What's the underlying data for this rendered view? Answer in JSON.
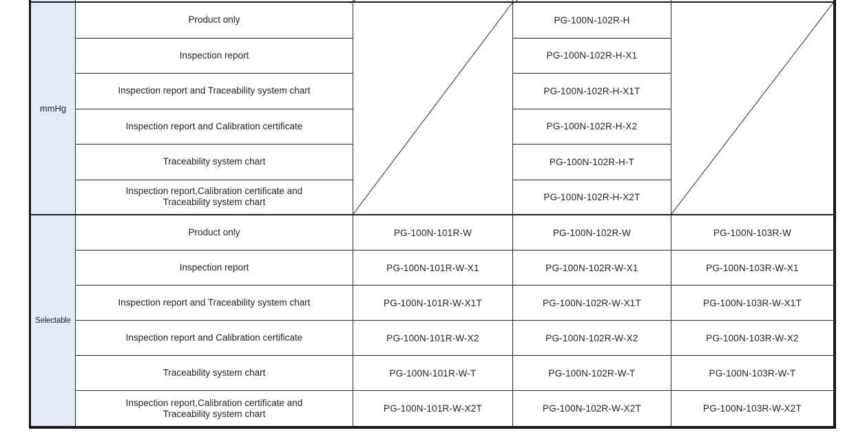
{
  "table": {
    "description": "Pressure gauge model selection table",
    "colors": {
      "unit_column_bg": "#e2ebf5",
      "grid_line": "#262626",
      "thick_border": "#161616",
      "text": "#1f1f1f"
    },
    "na_marker": "diagonal-line",
    "sections": [
      {
        "unit": "mmHg",
        "options": [
          "Product only",
          "Inspection report",
          "Inspection report and Traceability system chart",
          "Inspection report and Calibration certificate",
          "Traceability system chart",
          "Inspection report,Calibration certificate and\nTraceability system chart"
        ],
        "col_101": {
          "available": false
        },
        "col_102": [
          "PG-100N-102R-H",
          "PG-100N-102R-H-X1",
          "PG-100N-102R-H-X1T",
          "PG-100N-102R-H-X2",
          "PG-100N-102R-H-T",
          "PG-100N-102R-H-X2T"
        ],
        "col_103": {
          "available": false
        }
      },
      {
        "unit": "Selectable",
        "options": [
          "Product only",
          "Inspection report",
          "Inspection report and Traceability system chart",
          "Inspection report and Calibration certificate",
          "Traceability system chart",
          "Inspection report,Calibration certificate and\nTraceability system chart"
        ],
        "col_101": [
          "PG-100N-101R-W",
          "PG-100N-101R-W-X1",
          "PG-100N-101R-W-X1T",
          "PG-100N-101R-W-X2",
          "PG-100N-101R-W-T",
          "PG-100N-101R-W-X2T"
        ],
        "col_102": [
          "PG-100N-102R-W",
          "PG-100N-102R-W-X1",
          "PG-100N-102R-W-X1T",
          "PG-100N-102R-W-X2",
          "PG-100N-102R-W-T",
          "PG-100N-102R-W-X2T"
        ],
        "col_103": [
          "PG-100N-103R-W",
          "PG-100N-103R-W-X1",
          "PG-100N-103R-W-X1T",
          "PG-100N-103R-W-X2",
          "PG-100N-103R-W-T",
          "PG-100N-103R-W-X2T"
        ]
      }
    ]
  }
}
